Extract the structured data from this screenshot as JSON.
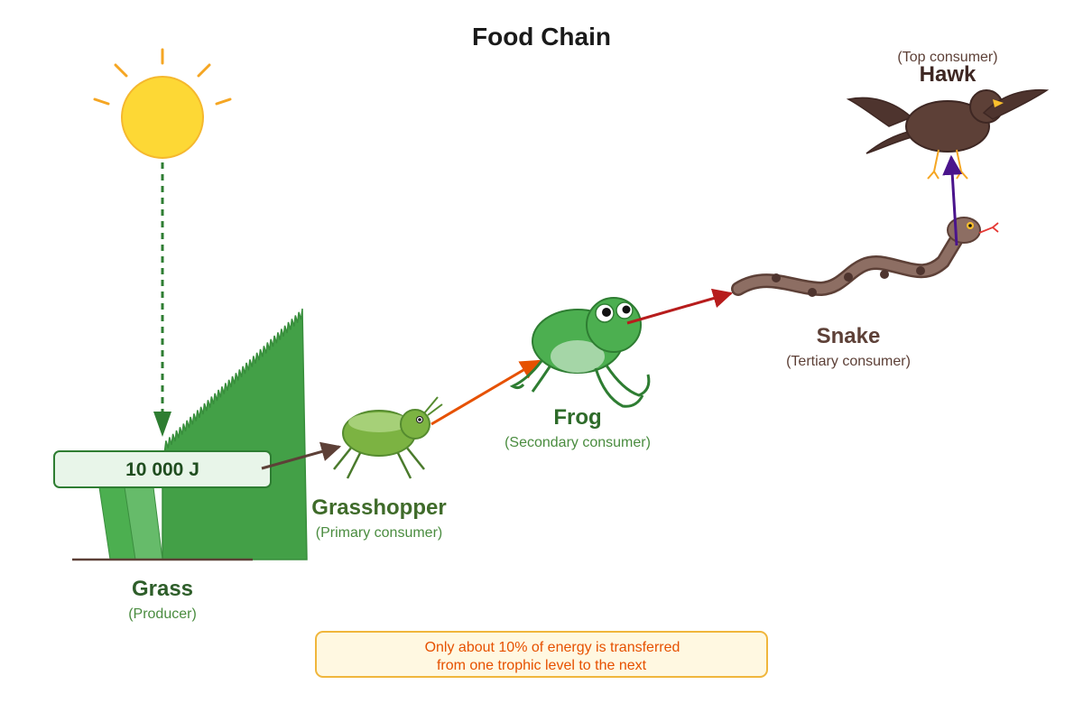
{
  "title": "Food Chain",
  "energy_label": "10 000 J",
  "note": {
    "line1": "Only about 10% of energy is transferred",
    "line2": "from one trophic level to the next"
  },
  "organisms": {
    "grass": {
      "name": "Grass",
      "role": "(Producer)"
    },
    "grasshopper": {
      "name": "Grasshopper",
      "role": "(Primary consumer)"
    },
    "frog": {
      "name": "Frog",
      "role": "(Secondary consumer)"
    },
    "snake": {
      "name": "Snake",
      "role": "(Tertiary consumer)"
    },
    "hawk": {
      "name": "Hawk",
      "role": "(Top consumer)"
    }
  },
  "colors": {
    "sun": "#fdd835",
    "sun_rays": "#f5a623",
    "grass": "#43a047",
    "grass_text": "#2e5e2a",
    "grasshopper": "#7cb342",
    "frog": "#4caf50",
    "snake": "#8d6e63",
    "hawk": "#5d4037",
    "arrow_grass_grasshopper": "#5d4037",
    "arrow_grasshopper_frog": "#e65100",
    "arrow_frog_snake": "#b71c1c",
    "arrow_snake_hawk": "#4a148c",
    "note_border": "#f0b63c",
    "note_text": "#e65100"
  }
}
